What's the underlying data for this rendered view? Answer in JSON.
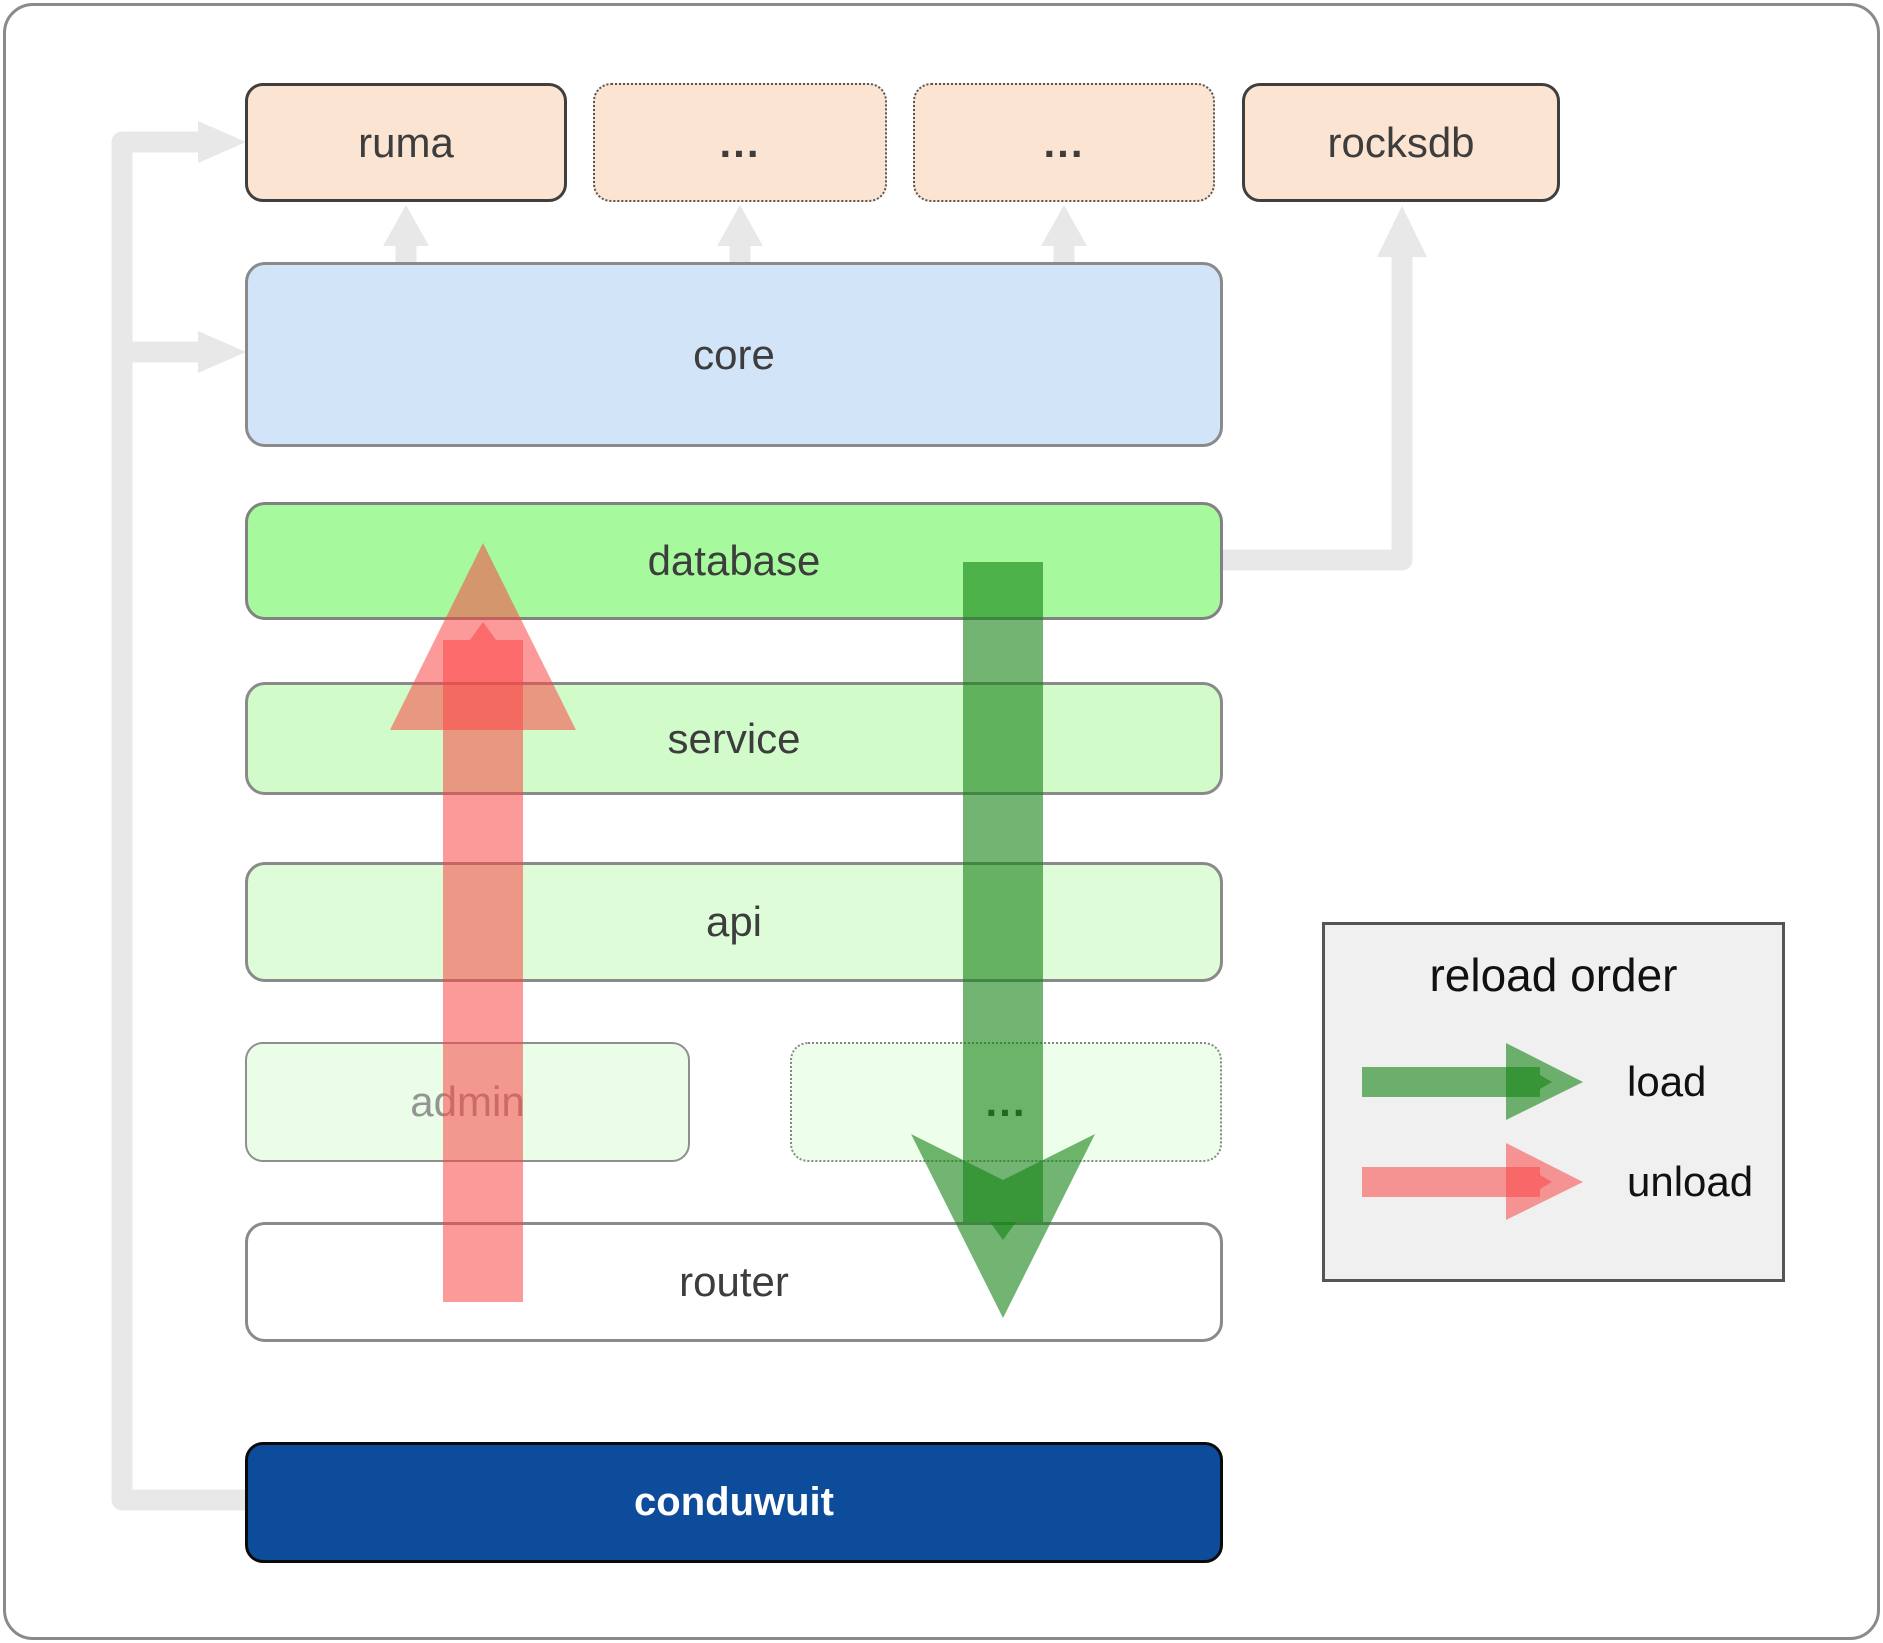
{
  "diagram": {
    "external_row": [
      {
        "id": "ruma",
        "label": "ruma",
        "border": "solid"
      },
      {
        "id": "more-deps-1",
        "label": "...",
        "border": "dotted"
      },
      {
        "id": "more-deps-2",
        "label": "...",
        "border": "dotted"
      },
      {
        "id": "rocksdb",
        "label": "rocksdb",
        "border": "solid"
      }
    ],
    "crates": {
      "core": "core",
      "database": "database",
      "service": "service",
      "api": "api",
      "admin": "admin",
      "more_services": "...",
      "router": "router",
      "conduwuit": "conduwuit"
    }
  },
  "legend": {
    "title": "reload order",
    "items": [
      {
        "label": "load",
        "color": "#2d8a2d"
      },
      {
        "label": "unload",
        "color": "#fa4646"
      }
    ]
  },
  "colors": {
    "external_fill": "#fce4d3",
    "core_fill": "#d2e4f8",
    "database_fill": "#a6fa9d",
    "service_fill": "#d2fbca",
    "api_fill": "#defcd8",
    "admin_fill": "#eafde7",
    "router_fill": "#ffffff",
    "conduwuit_fill": "#0d4c9b",
    "connector_gray": "#e8e8e8",
    "load_arrow": "rgba(20,130,20,0.6)",
    "unload_arrow": "rgba(250,70,70,0.55)",
    "legend_bg": "#f0f0f0"
  }
}
